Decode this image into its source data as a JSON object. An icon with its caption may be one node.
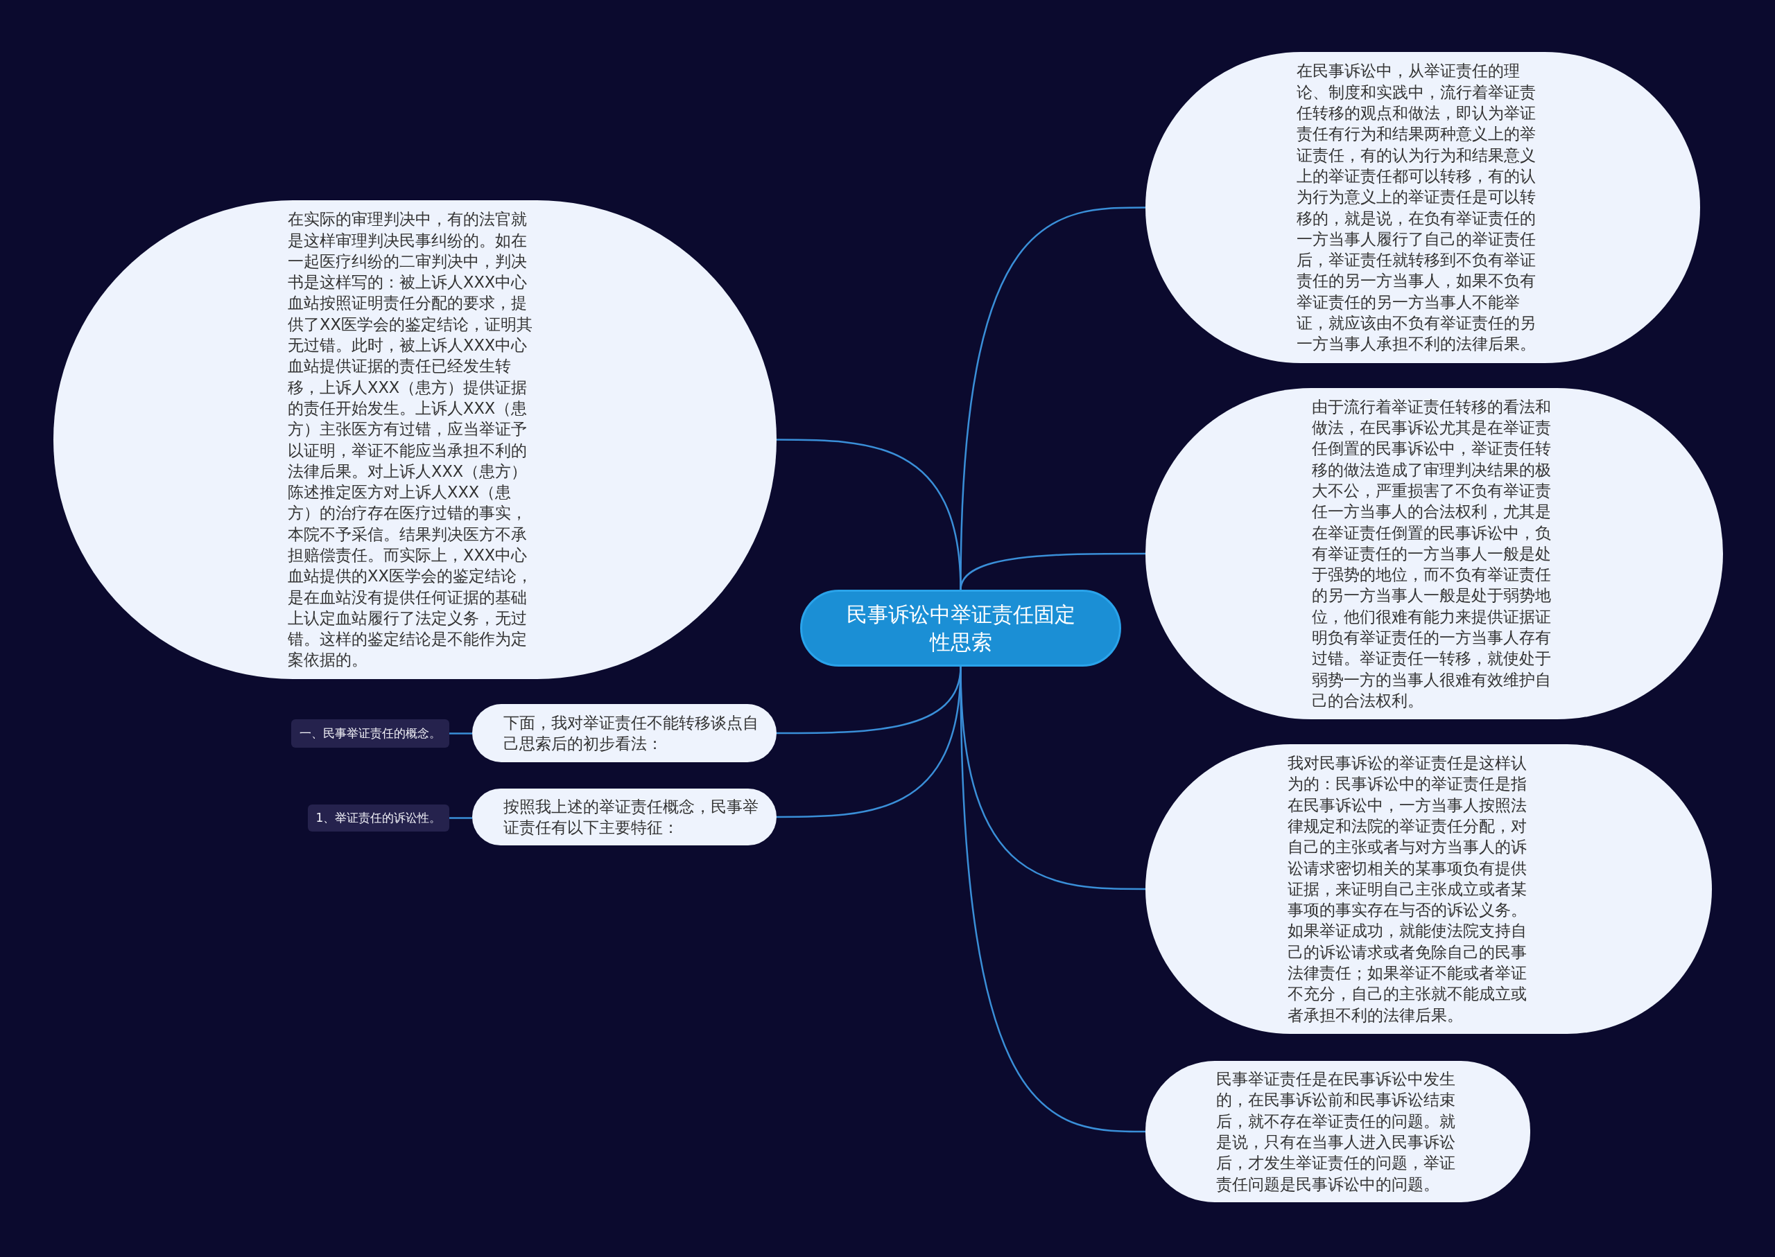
{
  "diagram": {
    "nodes": [
      {
        "text": [
          "民事诉讼中举证责任固定性思索"
        ]
      },
      {
        "text": [
          "在实际的审理判决中，有的法官就是这样审理判决民事纠纷的。如在一起医疗纠纷的二审判决中，判决书是这样写的：被上诉人XXX中心血站按照证明责任分配的要求，提供了XX医学会的鉴定结论，证明其无过错。此时，被上诉人XXX中心血站提供证据的责任已经发生转移，上诉人XXX（患方）提供证据的责任开始发生。上诉人XXX（患方）主张医方有过错，应当举证予以证明，举证不能应当承担不利的法律后果。对上诉人XXX（患方）陈述推定医方对上诉人XXX（患方）的治疗存在医疗过错的事实，本院不予采信。结果判决医方不承担赔偿责任。而实际上，XXX中心血站提供的XX医学会的鉴定结论，是在血站没有提供任何证据的基础上认定血站履行了法定义务，无过错。这样的鉴定结论是不能作为定案依据的。"
        ]
      },
      {
        "text": [
          "下面，我对举证责任不能转移谈点自己思索后的初步看法："
        ]
      },
      {
        "text": [
          "一、民事举证责任的概念。"
        ]
      },
      {
        "text": [
          "按照我上述的举证责任概念，民事举证责任有以下主要特征："
        ]
      },
      {
        "text": [
          "1、举证责任的诉讼性。"
        ]
      },
      {
        "text": [
          "在民事诉讼中，从举证责任的理论、制度和实践中，流行着举证责任转移的观点和做法，即认为举证责任有行为和结果两种意义上的举证责任，有的认为行为和结果意义上的举证责任都可以转移，有的认为行为意义上的举证责任是可以转移的，就是说，在负有举证责任的一方当事人履行了自己的举证责任后，举证责任就转移到不负有举证责任的另一方当事人，如果不负有举证责任的另一方当事人不能举证，就应该由不负有举证责任的另一方当事人承担不利的法律后果。"
        ]
      },
      {
        "text": [
          "由于流行着举证责任转移的看法和做法，在民事诉讼尤其是在举证责任倒置的民事诉讼中，举证责任转移的做法造成了审理判决结果的极大不公，严重损害了不负有举证责任一方当事人的合法权利，尤其是在举证责任倒置的民事诉讼中，负有举证责任的一方当事人一般是处于强势的地位，而不负有举证责任的另一方当事人一般是处于弱势地位，他们很难有能力来提供证据证明负有举证责任的一方当事人存有过错。举证责任一转移，就使处于弱势一方的当事人很难有效维护自己的合法权利。"
        ]
      },
      {
        "text": [
          "我对民事诉讼的举证责任是这样认为的：民事诉讼中的举证责任是指在民事诉讼中，一方当事人按照法律规定和法院的举证责任分配，对自己的主张或者与对方当事人的诉讼请求密切相关的某事项负有提供证据，来证明自己主张成立或者某事项的事实存在与否的诉讼义务。如果举证成功，就能使法院支持自己的诉讼请求或者免除自己的民事法律责任；如果举证不能或者举证不充分，自己的主张就不能成立或者承担不利的法律后果。"
        ]
      },
      {
        "text": [
          "民事举证责任是在民事诉讼中发生的，在民事诉讼前和民事诉讼结束后，就不存在举证责任的问题。就是说，只有在当事人进入民事诉讼后，才发生举证责任的问题，举证责任问题是民事诉讼中的问题。"
        ]
      }
    ],
    "edges": [
      {
        "from": 0,
        "to": 1,
        "arrow": "none"
      },
      {
        "from": 0,
        "to": 2,
        "arrow": "none"
      },
      {
        "from": 2,
        "to": 3,
        "arrow": "none"
      },
      {
        "from": 0,
        "to": 4,
        "arrow": "none"
      },
      {
        "from": 4,
        "to": 5,
        "arrow": "none"
      },
      {
        "from": 0,
        "to": 6,
        "arrow": "none"
      },
      {
        "from": 0,
        "to": 7,
        "arrow": "none"
      },
      {
        "from": 0,
        "to": 8,
        "arrow": "none"
      },
      {
        "from": 0,
        "to": 9,
        "arrow": "none"
      }
    ]
  }
}
